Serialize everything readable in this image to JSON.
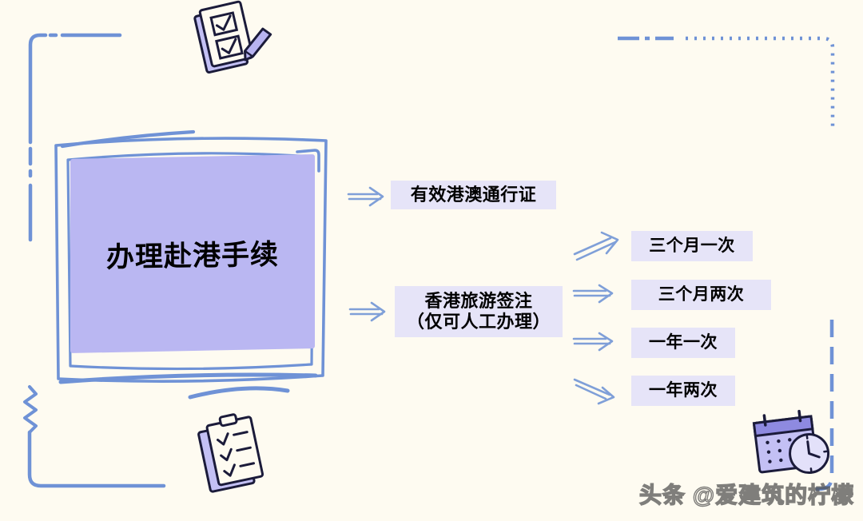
{
  "theme": {
    "background_color": "#fefbf1",
    "accent_blue": "#6f92d6",
    "node_purple": "#bab7f2",
    "chip_lavender": "#e6e4f8",
    "text_color": "#000000"
  },
  "main_node": {
    "label": "办理赴港手续"
  },
  "branches": [
    {
      "id": "branch-0",
      "lines": [
        "有效港澳通行证"
      ],
      "arrow": "arrow-right-icon"
    },
    {
      "id": "branch-1",
      "lines": [
        "香港旅游签注",
        "（仅可人工办理）"
      ],
      "arrow": "arrow-right-icon"
    }
  ],
  "leaves": [
    {
      "id": "leaf-0",
      "label": "三个月一次",
      "arrow": "arrow-up-right-icon"
    },
    {
      "id": "leaf-1",
      "label": "三个月两次",
      "arrow": "arrow-right-icon"
    },
    {
      "id": "leaf-2",
      "label": "一年一次",
      "arrow": "arrow-right-icon"
    },
    {
      "id": "leaf-3",
      "label": "一年两次",
      "arrow": "arrow-down-right-icon"
    }
  ],
  "decorations": {
    "icon_top_left_note": "checklist-form-pencil-icon",
    "icon_bottom_left_note": "clipboard-checklist-icon",
    "icon_bottom_right_note": "calendar-clock-icon",
    "corner_top_left": "dashed-corner-bracket",
    "corner_top_right": "dotted-corner-bracket",
    "corner_bottom_left": "squiggle-corner-bracket",
    "corner_bottom_right": "dashed-corner-bracket"
  },
  "watermark": {
    "text": "头条 @爱建筑的柠檬"
  }
}
